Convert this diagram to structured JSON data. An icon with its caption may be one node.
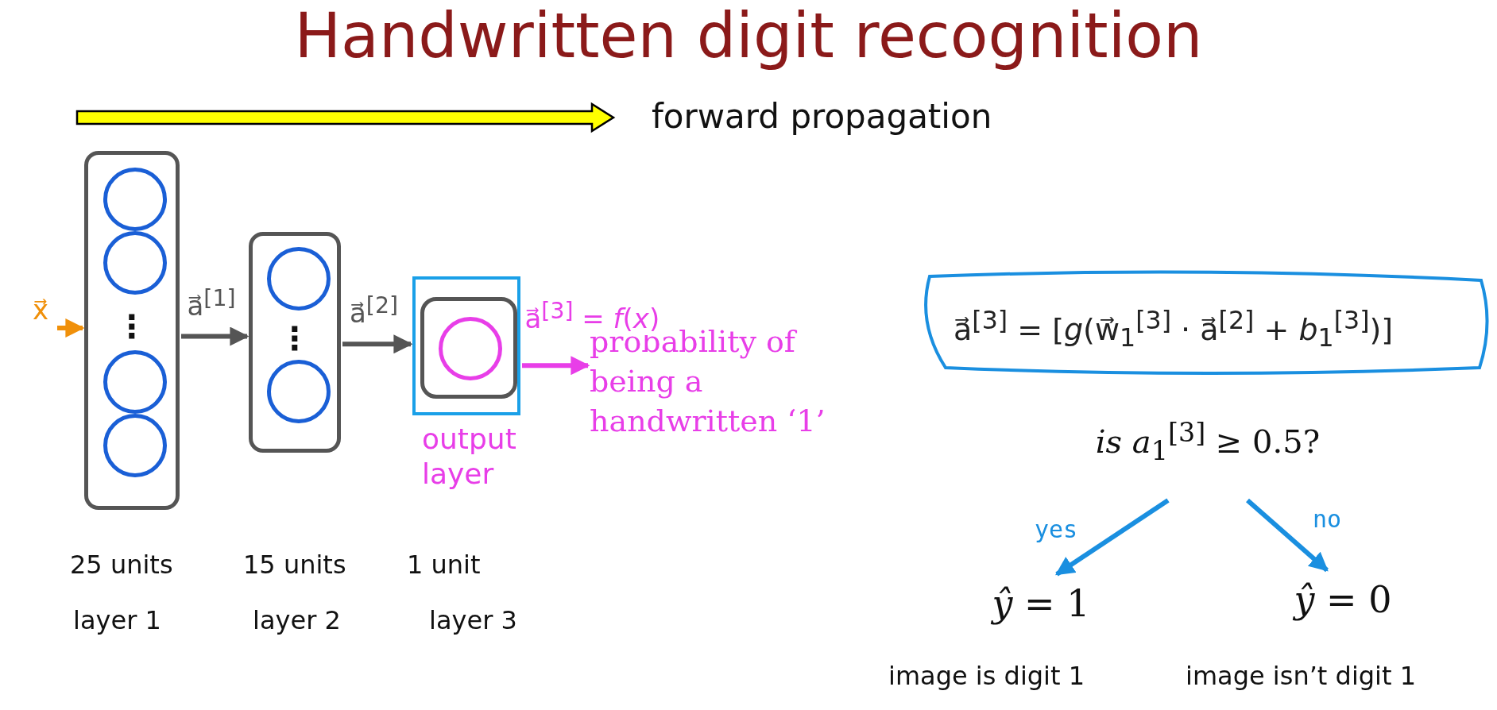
{
  "diagram": {
    "title": "Handwritten digit recognition",
    "nodes": [
      {
        "text": [
          "x⃗"
        ]
      },
      {
        "text": [
          "⋮"
        ],
        "beside": [
          "25 units",
          "layer 1"
        ]
      },
      {
        "text": [],
        "shape": "circle",
        "in": 1
      },
      {
        "text": [],
        "shape": "circle",
        "in": 1
      },
      {
        "text": [],
        "shape": "circle",
        "in": 1
      },
      {
        "text": [],
        "shape": "circle",
        "in": 1
      },
      {
        "text": [
          "⋮"
        ],
        "beside": [
          "15 units",
          "layer 2"
        ]
      },
      {
        "text": [],
        "shape": "circle",
        "in": 6
      },
      {
        "text": [],
        "shape": "circle",
        "in": 6
      },
      {
        "text": [
          "output layer"
        ],
        "beside": [
          "1 unit",
          "layer 3"
        ]
      },
      {
        "text": [],
        "shape": "box",
        "in": 9
      },
      {
        "text": [],
        "shape": "circle",
        "in": 10
      },
      {
        "text": [
          "probability of being a handwritten ‘1’"
        ]
      },
      {
        "text": [
          "a⃗$^{[3]}$ = [*g*(w⃗$_{1}$$^{[3]}$ · a⃗$^{[2]}$ + *b*$_{1}$$^{[3]}$)]"
        ]
      },
      {
        "text": [
          "*is a*$_{1}$$^{[3]}$ ≥ 0.5?"
        ]
      },
      {
        "text": [
          "*ŷ* = 1"
        ],
        "beside": [
          "image is digit 1"
        ]
      },
      {
        "text": [
          "*ŷ* = 0"
        ],
        "beside": [
          "image isn’t digit 1"
        ]
      }
    ],
    "edges": [
      {
        "from": 0,
        "to": 1,
        "arrow": "to",
        "color": "#f0900a"
      },
      {
        "from": 1,
        "to": 6,
        "arrow": "to",
        "label": "a⃗$^{[1]}$"
      },
      {
        "from": 6,
        "to": 9,
        "arrow": "to",
        "label": "a⃗$^{[2]}$"
      },
      {
        "from": 9,
        "to": 12,
        "arrow": "to",
        "label": "a⃗$^{[3]}$ = *f*(*x*)",
        "color": "#e83ee8"
      },
      {
        "from": 14,
        "to": 15,
        "arrow": "to",
        "label": "yes",
        "color": "#1a8fe0"
      },
      {
        "from": 14,
        "to": 16,
        "arrow": "to",
        "label": "no",
        "color": "#1a8fe0"
      }
    ],
    "labels": [
      "forward propagation"
    ]
  }
}
